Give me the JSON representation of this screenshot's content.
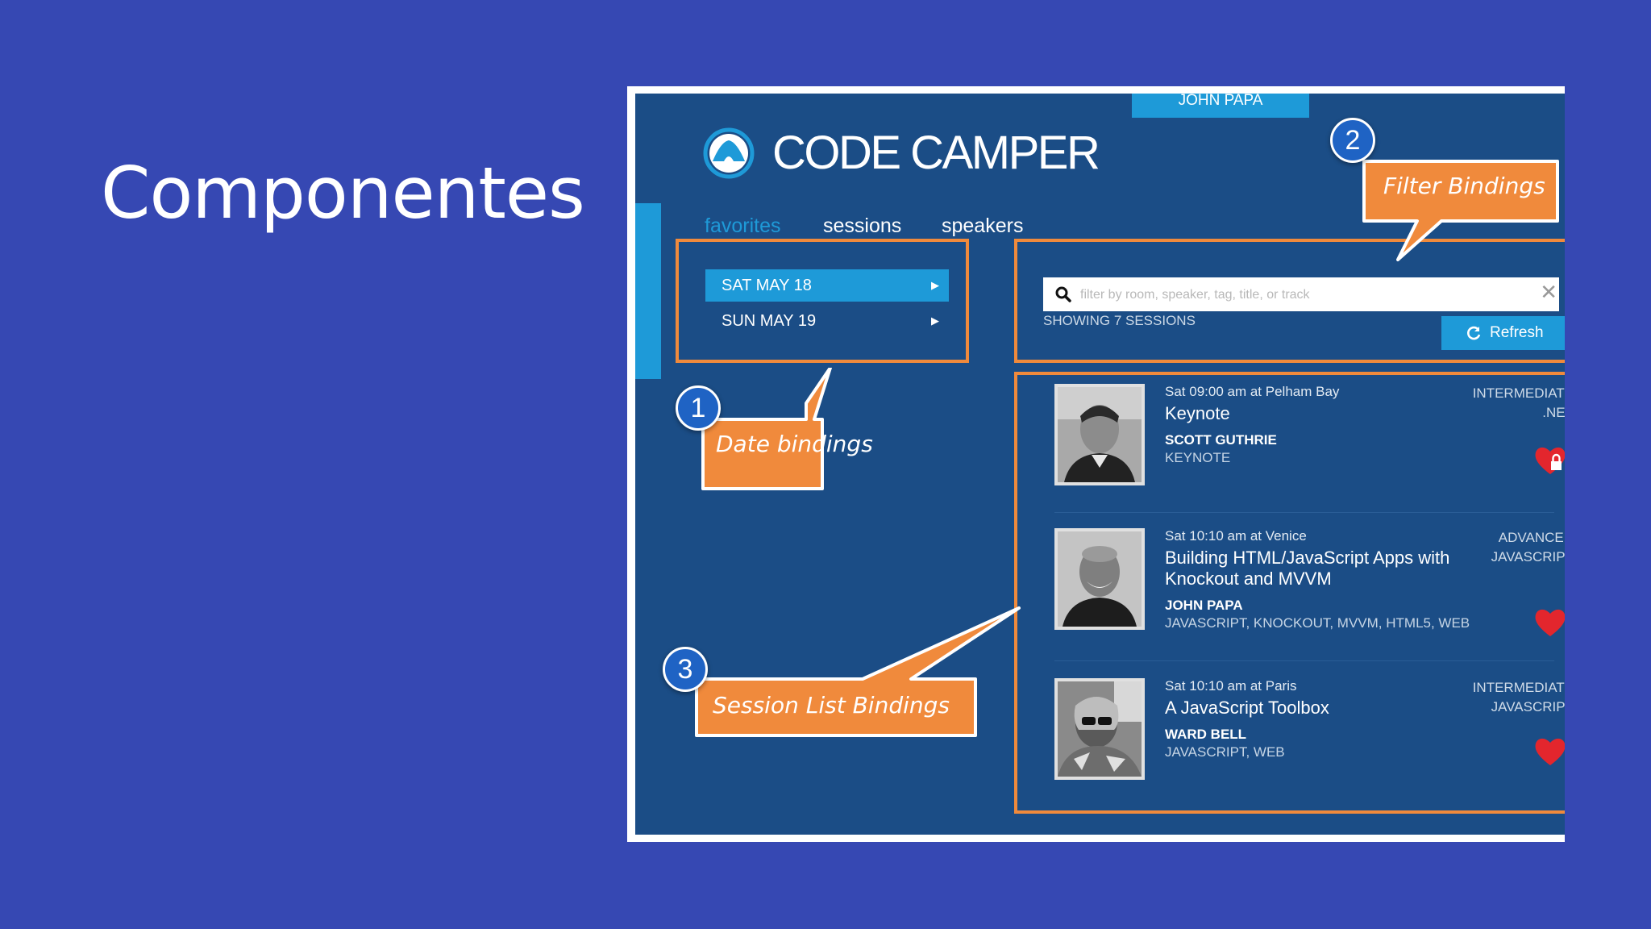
{
  "slide": {
    "title": "Componentes"
  },
  "app": {
    "user": "JOHN PAPA",
    "brand": "CODE CAMPER",
    "nav": [
      {
        "label": "favorites",
        "active": true
      },
      {
        "label": "sessions",
        "active": false
      },
      {
        "label": "speakers",
        "active": false
      }
    ],
    "dates": [
      {
        "label": "SAT MAY 18",
        "selected": true
      },
      {
        "label": "SUN MAY 19",
        "selected": false
      }
    ],
    "filter": {
      "placeholder": "filter by room, speaker, tag, title, or track",
      "value": "",
      "showing": "SHOWING 7 SESSIONS",
      "refresh_label": "Refresh"
    },
    "sessions": [
      {
        "meta": "Sat 09:00 am at Pelham Bay",
        "title": "Keynote",
        "speaker": "SCOTT GUTHRIE",
        "tags": "KEYNOTE",
        "level": "INTERMEDIATE",
        "track": ".NET",
        "favorite": "locked"
      },
      {
        "meta": "Sat 10:10 am at Venice",
        "title": "Building HTML/JavaScript Apps with Knockout and MVVM",
        "speaker": "JOHN PAPA",
        "tags": "JAVASCRIPT, KNOCKOUT, MVVM, HTML5, WEB",
        "level": "ADVANCED",
        "track": "JAVASCRIPT",
        "favorite": "on"
      },
      {
        "meta": "Sat 10:10 am at Paris",
        "title": "A JavaScript Toolbox",
        "speaker": "WARD BELL",
        "tags": "JAVASCRIPT, WEB",
        "level": "INTERMEDIATE",
        "track": "JAVASCRIPT",
        "favorite": "on"
      }
    ]
  },
  "callouts": [
    {
      "number": "1",
      "label": "Date bindings"
    },
    {
      "number": "2",
      "label": "Filter Bindings"
    },
    {
      "number": "3",
      "label": "Session List Bindings"
    }
  ],
  "colors": {
    "slide_bg": "#3648b3",
    "app_bg": "#1b4d86",
    "accent_blue": "#1e9ad8",
    "callout_orange": "#f08a3c",
    "badge_blue": "#1f63c4",
    "heart_red": "#e3262d"
  }
}
